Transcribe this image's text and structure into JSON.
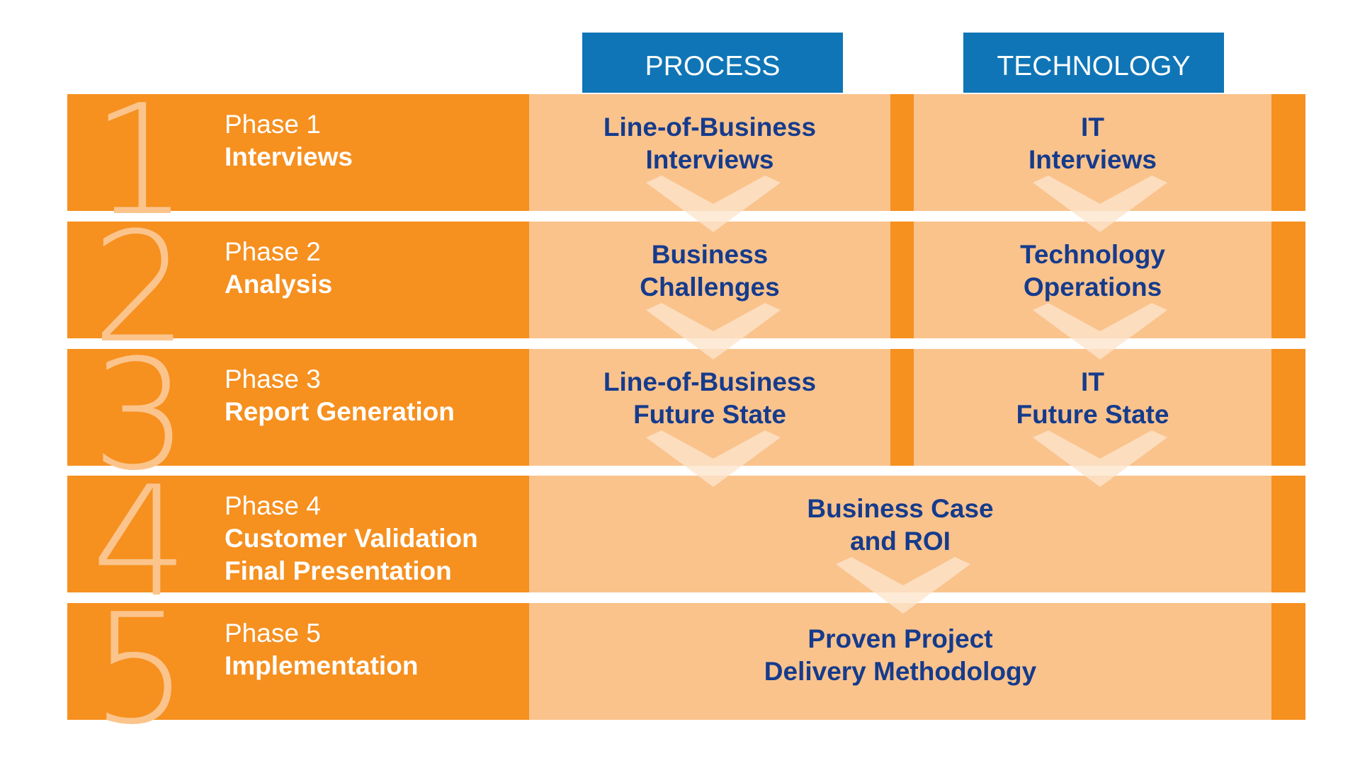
{
  "headers": {
    "process": "PROCESS",
    "technology": "TECHNOLOGY"
  },
  "phases": [
    {
      "number": "1",
      "label": "Phase 1",
      "title_lines": [
        "Interviews"
      ],
      "process_lines": [
        "Line-of-Business",
        "Interviews"
      ],
      "technology_lines": [
        "IT",
        "Interviews"
      ]
    },
    {
      "number": "2",
      "label": "Phase 2",
      "title_lines": [
        "Analysis"
      ],
      "process_lines": [
        "Business",
        "Challenges"
      ],
      "technology_lines": [
        "Technology",
        "Operations"
      ]
    },
    {
      "number": "3",
      "label": "Phase 3",
      "title_lines": [
        "Report Generation"
      ],
      "process_lines": [
        "Line-of-Business",
        "Future State"
      ],
      "technology_lines": [
        "IT",
        "Future State"
      ]
    },
    {
      "number": "4",
      "label": "Phase 4",
      "title_lines": [
        "Customer Validation",
        "Final Presentation"
      ],
      "merged_lines": [
        "Business Case",
        "and ROI"
      ]
    },
    {
      "number": "5",
      "label": "Phase 5",
      "title_lines": [
        "Implementation"
      ],
      "merged_lines": [
        "Proven Project",
        "Delivery Methodology"
      ]
    }
  ],
  "colors": {
    "orange": "#f6901f",
    "light_orange": "#fac38c",
    "header_blue": "#0f75b6",
    "text_navy": "#153b8c",
    "numeral": "#fbc48c",
    "chevron": "#fde4cc"
  }
}
